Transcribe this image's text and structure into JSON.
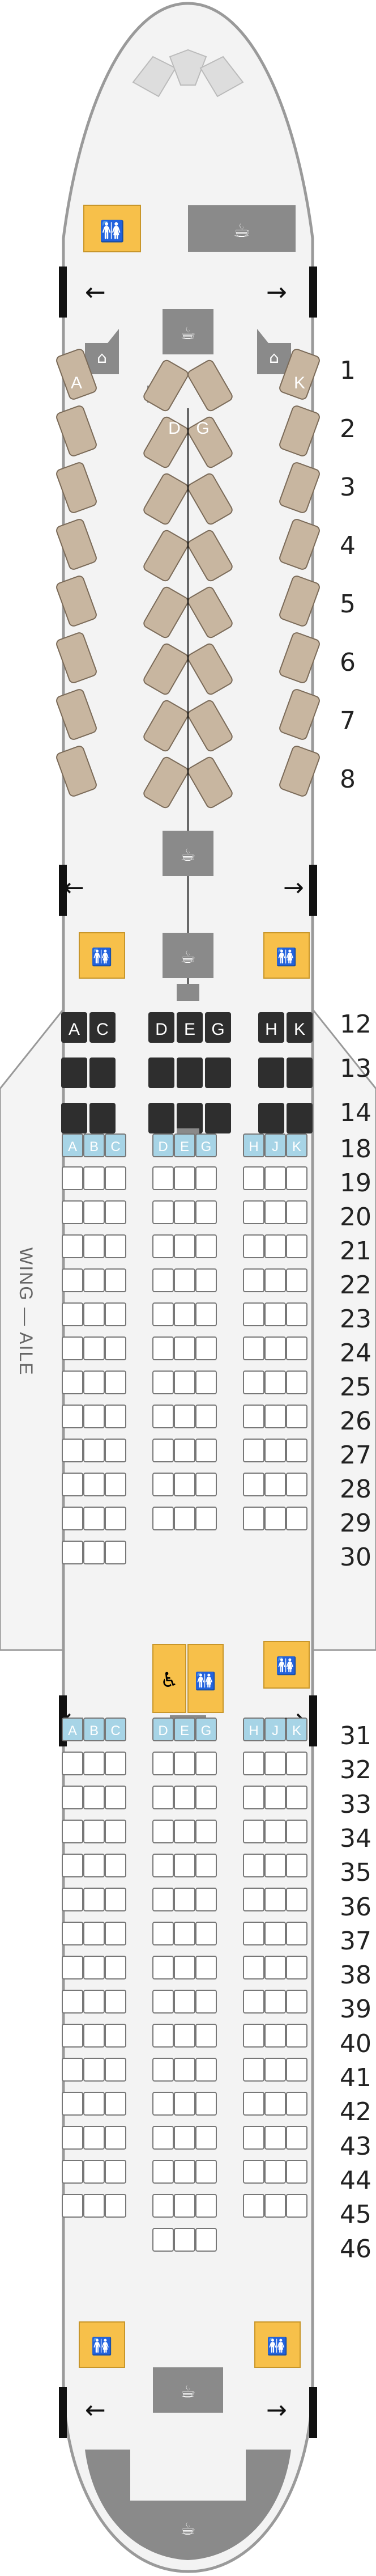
{
  "aircraft_diagram": {
    "wing_label": "WING — AILE",
    "business_row_numbers": [
      "1",
      "2",
      "3",
      "4",
      "5",
      "6",
      "7",
      "8"
    ],
    "premium_row_numbers": [
      "12",
      "13",
      "14"
    ],
    "economy_a_row_numbers": [
      "18",
      "19",
      "20",
      "21",
      "22",
      "23",
      "24",
      "25",
      "26",
      "27",
      "28",
      "29",
      "30"
    ],
    "economy_b_row_numbers": [
      "31",
      "32",
      "33",
      "34",
      "35",
      "36",
      "37",
      "38",
      "39",
      "40",
      "41",
      "42",
      "43",
      "44",
      "45",
      "46"
    ],
    "business_letters": {
      "left": "A",
      "center": [
        "D",
        "G"
      ],
      "right": "K"
    },
    "premium_letters": {
      "left": [
        "A",
        "C"
      ],
      "center": [
        "D",
        "E",
        "G"
      ],
      "right": [
        "H",
        "K"
      ]
    },
    "economy_letters": {
      "left": [
        "A",
        "B",
        "C"
      ],
      "center": [
        "D",
        "E",
        "G"
      ],
      "right": [
        "H",
        "J",
        "K"
      ]
    },
    "icons": [
      "lavatory-icon",
      "galley-icon",
      "closet-icon",
      "bassinet-icon",
      "exit-arrow-icon",
      "accessible-icon"
    ],
    "colors": {
      "fuselage": "#f2f2f2",
      "outline": "#9a9a9a",
      "lavatory": "#f7c04a",
      "galley": "#8a8a8a",
      "business_seat": "#c8b6a0",
      "premium_seat": "#2e2e2e",
      "letter_seat": "#a7d4e6",
      "economy_seat": "#ffffff"
    }
  }
}
